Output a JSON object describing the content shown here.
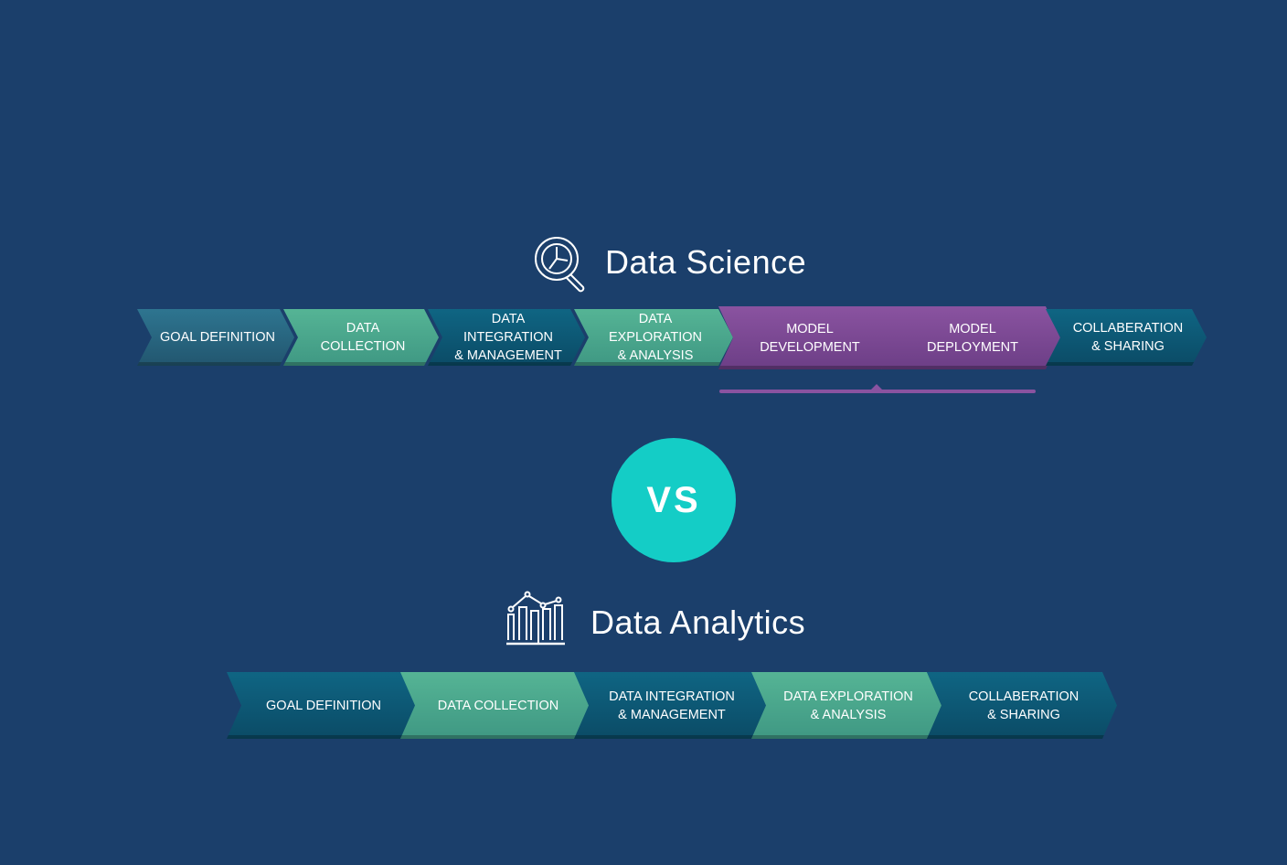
{
  "data_science": {
    "title": "Data Science",
    "icon": "magnifier-pie-chart-icon",
    "steps": [
      {
        "label": "GOAL DEFINITION"
      },
      {
        "label": "DATA COLLECTION"
      },
      {
        "label": "DATA INTEGRATION\n& MANAGEMENT"
      },
      {
        "label": "DATA EXPLORATION\n& ANALYSIS"
      },
      {
        "label": "MODEL\nDEVELOPMENT"
      },
      {
        "label": "MODEL\nDEPLOYMENT"
      },
      {
        "label": "COLLABERATION\n& SHARING"
      }
    ]
  },
  "vs": {
    "label": "VS"
  },
  "data_analytics": {
    "title": "Data Analytics",
    "icon": "bar-line-chart-icon",
    "steps": [
      {
        "label": "GOAL DEFINITION"
      },
      {
        "label": "DATA COLLECTION"
      },
      {
        "label": "DATA INTEGRATION\n& MANAGEMENT"
      },
      {
        "label": "DATA EXPLORATION\n& ANALYSIS"
      },
      {
        "label": "COLLABERATION\n& SHARING"
      }
    ]
  },
  "colors": {
    "background": "#1b3f6b",
    "blue": "#2e7590",
    "green": "#55b495",
    "dark_teal": "#0f6583",
    "purple": "#8a53a0",
    "vs": "#14cdc6"
  }
}
